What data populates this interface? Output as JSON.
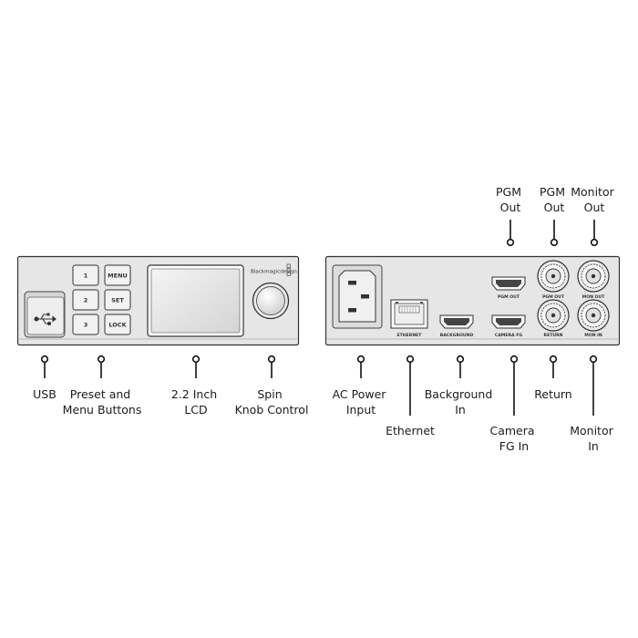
{
  "front_panel": {
    "buttons": {
      "b1": "1",
      "b2": "2",
      "b3": "3",
      "menu": "MENU",
      "set": "SET",
      "lock": "LOCK"
    },
    "brand": "Blackmagicdesign"
  },
  "rear_panel": {
    "ports": {
      "ethernet": "ETHERNET",
      "background": "BACKGROUND",
      "pgm_out_hdmi": "PGM OUT",
      "camera_fg": "CAMERA FG",
      "pgm_out_sdi": "PGM OUT",
      "mon_out": "MON OUT",
      "return": "RETURN",
      "mon_in": "MON IN"
    }
  },
  "callouts": {
    "usb": [
      "USB"
    ],
    "preset_menu_buttons": [
      "Preset and",
      "Menu Buttons"
    ],
    "lcd": [
      "2.2 Inch",
      "LCD"
    ],
    "spin_knob": [
      "Spin",
      "Knob Control"
    ],
    "ac_power": [
      "AC Power",
      "Input"
    ],
    "ethernet": [
      "Ethernet"
    ],
    "background_in": [
      "Background",
      "In"
    ],
    "camera_fg_in": [
      "Camera",
      "FG In"
    ],
    "return": [
      "Return"
    ],
    "monitor_in": [
      "Monitor",
      "In"
    ],
    "pgm_out_hdmi": [
      "PGM",
      "Out"
    ],
    "pgm_out_sdi": [
      "PGM",
      "Out"
    ],
    "monitor_out": [
      "Monitor",
      "Out"
    ]
  }
}
